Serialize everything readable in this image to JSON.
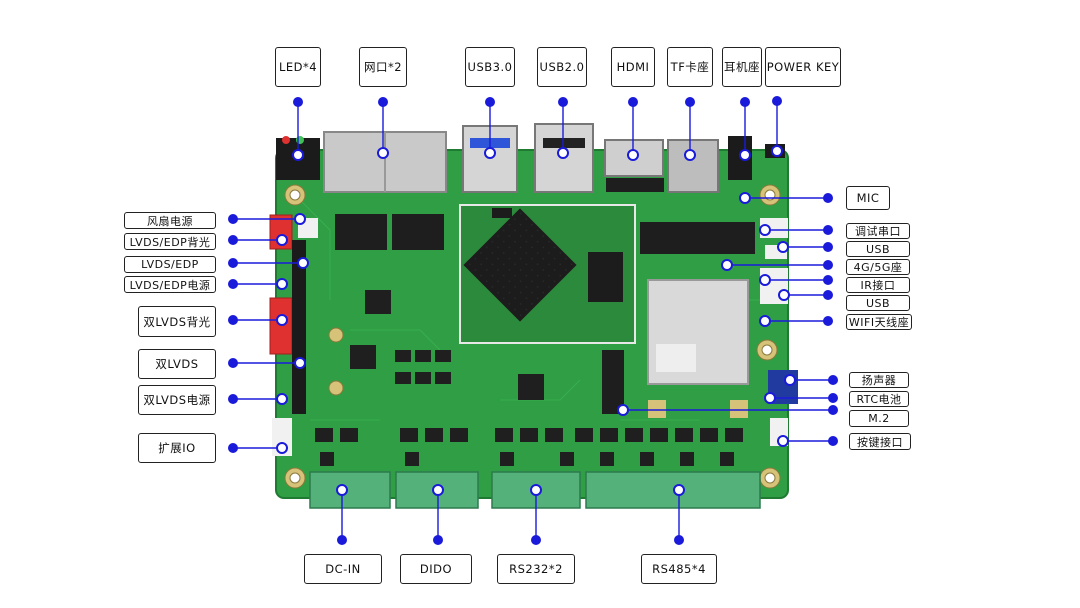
{
  "diagram": {
    "subject": "embedded mainboard with labelled interfaces",
    "accent_color": "#1a1adb",
    "board_color": "#2f9e44",
    "top_labels": [
      "LED*4",
      "网口*2",
      "USB3.0",
      "USB2.0",
      "HDMI",
      "TF卡座",
      "耳机座",
      "POWER KEY"
    ],
    "left_labels": [
      "风扇电源",
      "LVDS/EDP背光",
      "LVDS/EDP",
      "LVDS/EDP电源",
      "双LVDS背光",
      "双LVDS",
      "双LVDS电源",
      "扩展IO"
    ],
    "right_labels": [
      "MIC",
      "调试串口",
      "USB",
      "4G/5G座",
      "IR接口",
      "USB",
      "WIFI天线座",
      "扬声器",
      "RTC电池",
      "M.2",
      "按键接口"
    ],
    "bottom_labels": [
      "DC-IN",
      "DIDO",
      "RS232*2",
      "RS485*4"
    ]
  }
}
